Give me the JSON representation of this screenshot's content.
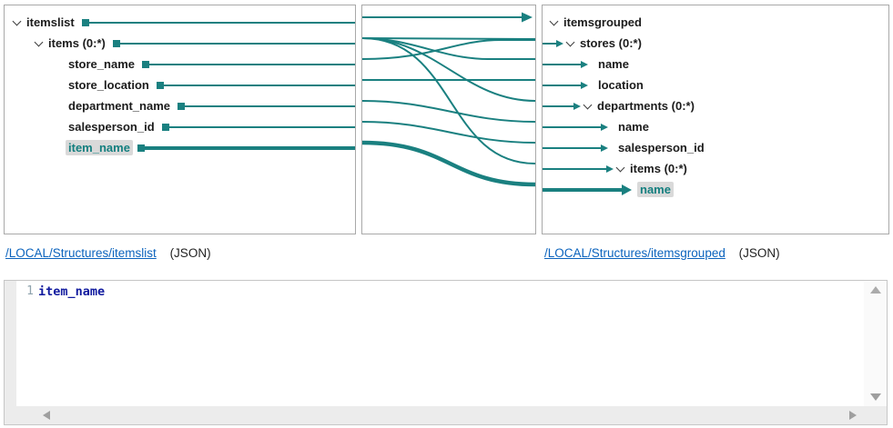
{
  "source_tree": {
    "nodes": [
      {
        "label": "itemslist",
        "cardinality": "",
        "expandable": true,
        "selected": false
      },
      {
        "label": "items",
        "cardinality": "(0:*)",
        "expandable": true,
        "selected": false
      },
      {
        "label": "store_name",
        "cardinality": "",
        "expandable": false,
        "selected": false
      },
      {
        "label": "store_location",
        "cardinality": "",
        "expandable": false,
        "selected": false
      },
      {
        "label": "department_name",
        "cardinality": "",
        "expandable": false,
        "selected": false
      },
      {
        "label": "salesperson_id",
        "cardinality": "",
        "expandable": false,
        "selected": false
      },
      {
        "label": "item_name",
        "cardinality": "",
        "expandable": false,
        "selected": true
      }
    ]
  },
  "target_tree": {
    "nodes": [
      {
        "label": "itemsgrouped",
        "cardinality": "",
        "expandable": true,
        "selected": false,
        "has_incoming_arrow": false
      },
      {
        "label": "stores",
        "cardinality": "(0:*)",
        "expandable": true,
        "selected": false,
        "has_incoming_arrow": true
      },
      {
        "label": "name",
        "cardinality": "",
        "expandable": false,
        "selected": false,
        "has_incoming_arrow": true
      },
      {
        "label": "location",
        "cardinality": "",
        "expandable": false,
        "selected": false,
        "has_incoming_arrow": true
      },
      {
        "label": "departments",
        "cardinality": "(0:*)",
        "expandable": true,
        "selected": false,
        "has_incoming_arrow": true
      },
      {
        "label": "name",
        "cardinality": "",
        "expandable": false,
        "selected": false,
        "has_incoming_arrow": true
      },
      {
        "label": "salesperson_id",
        "cardinality": "",
        "expandable": false,
        "selected": false,
        "has_incoming_arrow": true
      },
      {
        "label": "items",
        "cardinality": "(0:*)",
        "expandable": true,
        "selected": false,
        "has_incoming_arrow": true
      },
      {
        "label": "name",
        "cardinality": "",
        "expandable": false,
        "selected": true,
        "has_incoming_arrow": true
      }
    ]
  },
  "mappings": [
    {
      "source": "itemslist",
      "target": "itemsgrouped",
      "selected": false
    },
    {
      "source": "items",
      "target": "stores",
      "selected": false
    },
    {
      "source": "store_name",
      "target": "stores",
      "selected": false
    },
    {
      "source": "items",
      "target": "stores.name",
      "selected": false
    },
    {
      "source": "store_location",
      "target": "stores.location",
      "selected": false
    },
    {
      "source": "items",
      "target": "stores.departments",
      "selected": false
    },
    {
      "source": "department_name",
      "target": "stores.departments.name",
      "selected": false
    },
    {
      "source": "salesperson_id",
      "target": "stores.departments.salesperson_id",
      "selected": false
    },
    {
      "source": "items",
      "target": "stores.departments.items",
      "selected": false
    },
    {
      "source": "item_name",
      "target": "stores.departments.items.name",
      "selected": true
    }
  ],
  "links": {
    "source_path": "/LOCAL/Structures/itemslist",
    "source_format": "(JSON)",
    "target_path": "/LOCAL/Structures/itemsgrouped",
    "target_format": "(JSON)"
  },
  "editor": {
    "line_number": "1",
    "code": "item_name"
  },
  "colors": {
    "accent_teal": "#1a8080",
    "selection_background": "#d9d9d9",
    "link_blue": "#0b63bd",
    "code_blue": "#101a9e",
    "panel_border": "#a9a9a9"
  }
}
